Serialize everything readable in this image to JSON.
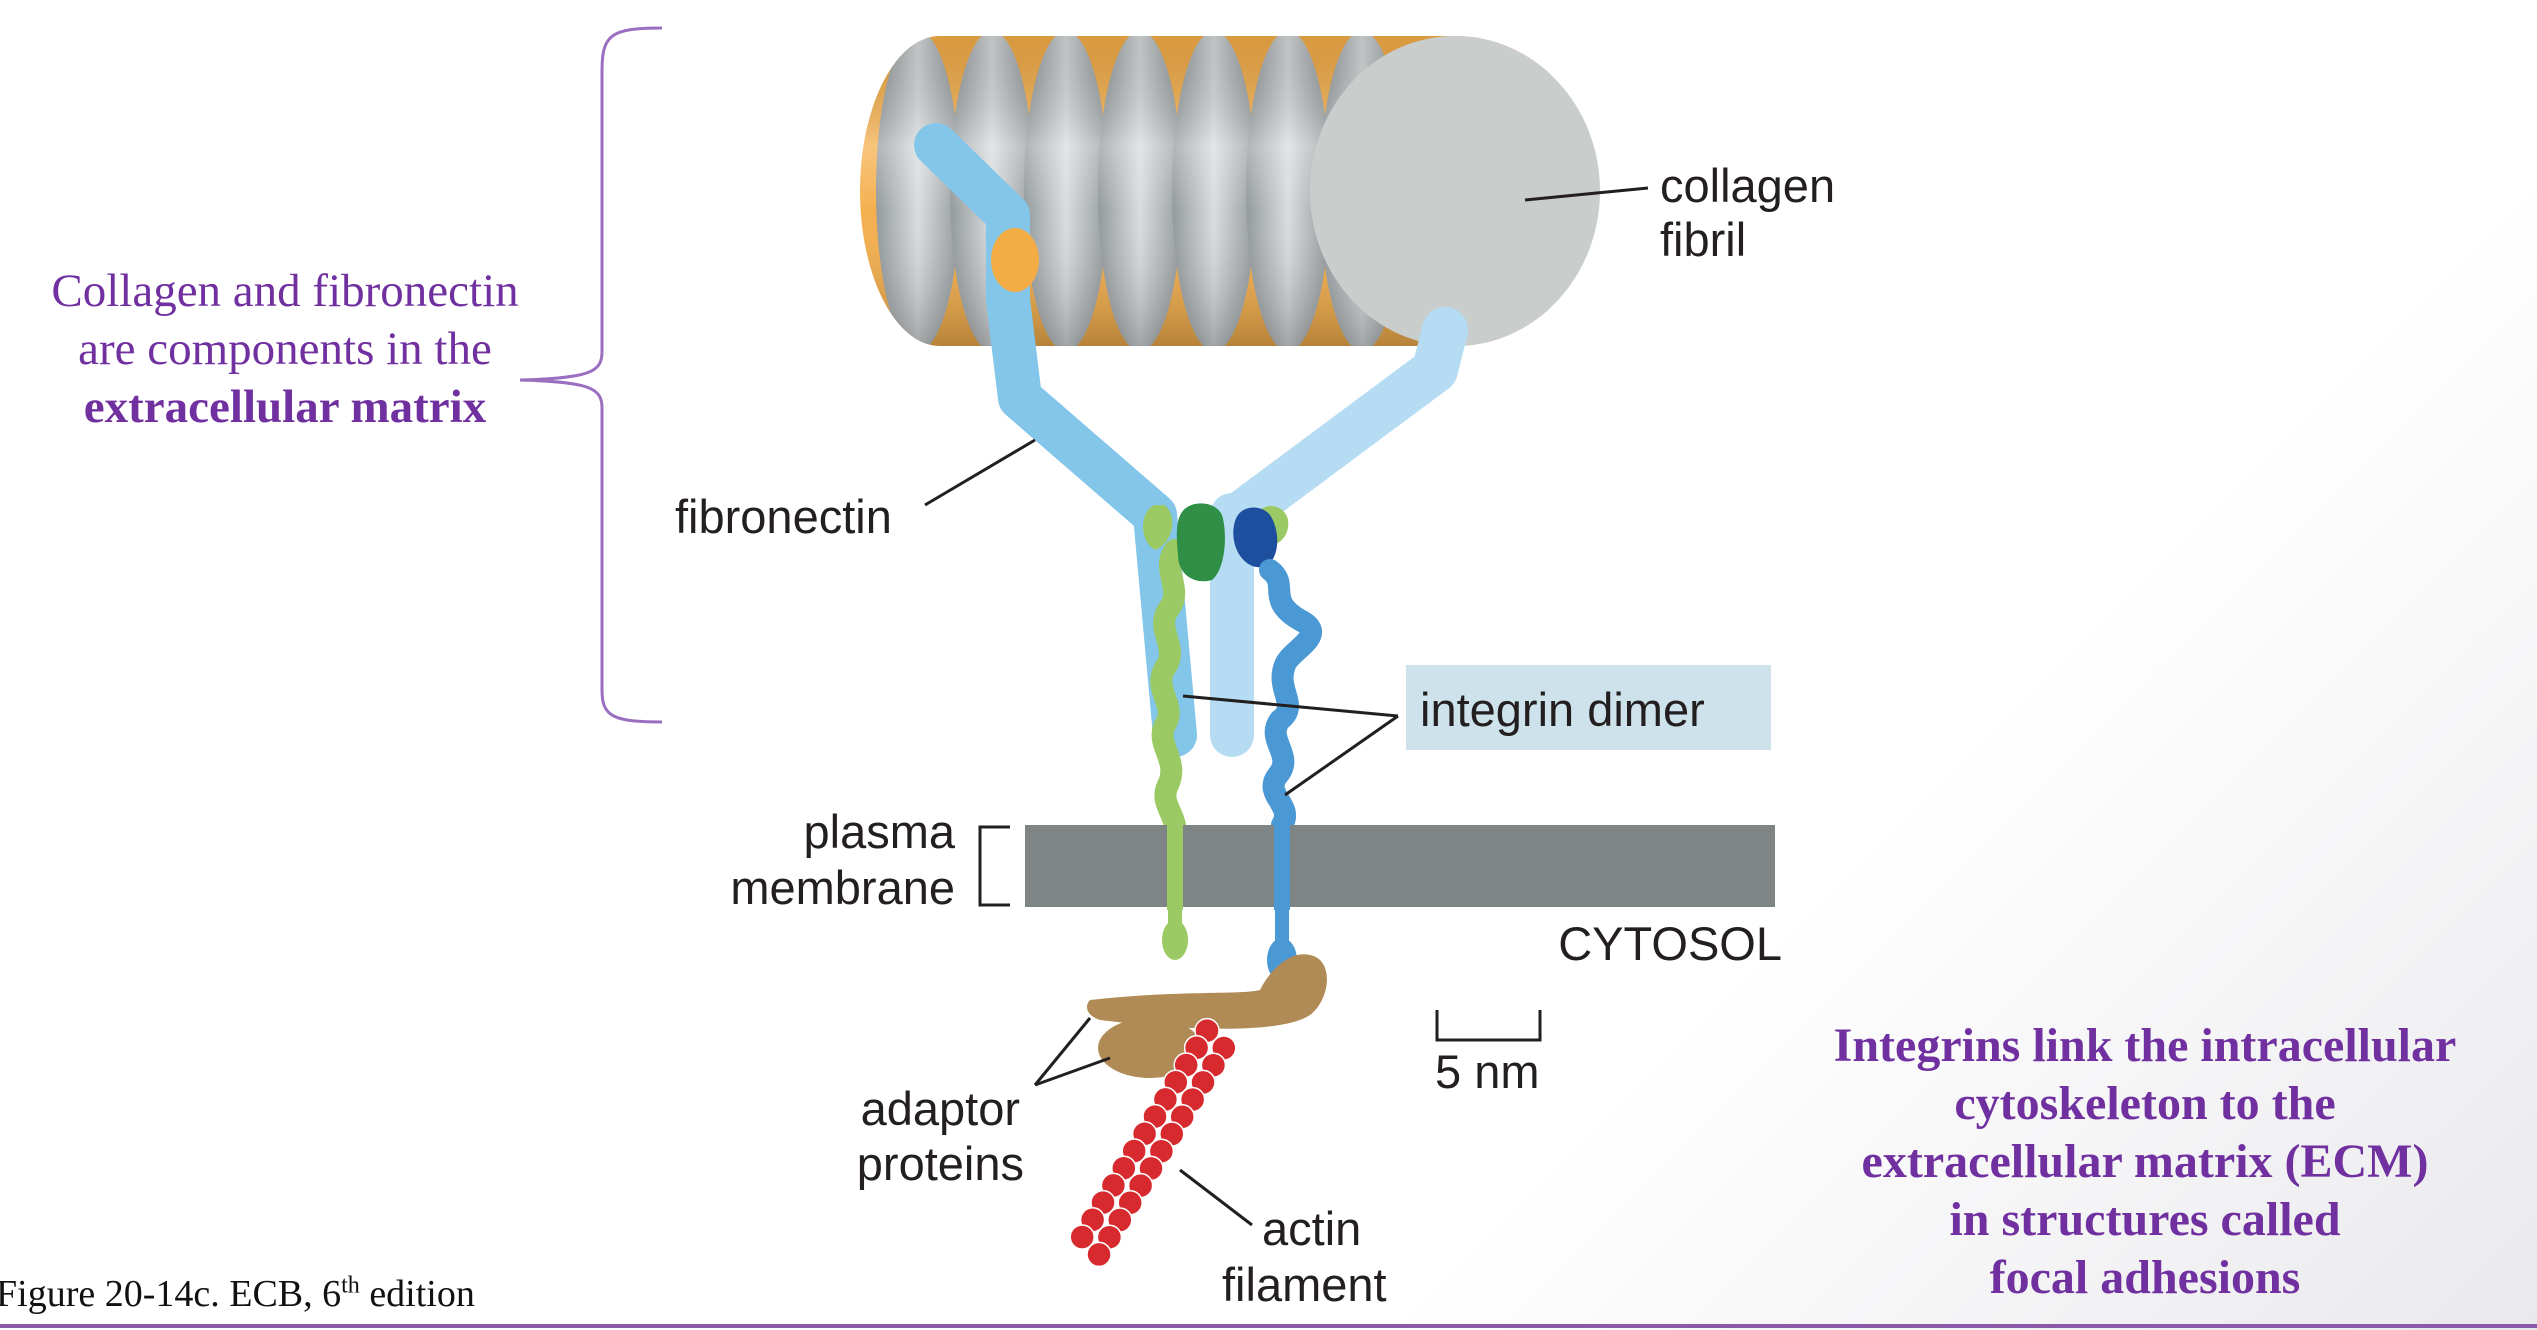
{
  "notes": {
    "left": {
      "line1": "Collagen and fibronectin",
      "line2": "are components in the",
      "line3": "extracellular matrix"
    },
    "right": {
      "line1": "Integrins link the intracellular",
      "line2": "cytoskeleton to the",
      "line3": "extracellular matrix (ECM)",
      "line4": "in structures called",
      "line5": "focal adhesions"
    }
  },
  "diagram": {
    "labels": {
      "collagen_line1": "collagen",
      "collagen_line2": "fibril",
      "fibronectin": "fibronectin",
      "integrin_dimer": "integrin dimer",
      "plasma_line1": "plasma",
      "plasma_line2": "membrane",
      "cytosol": "CYTOSOL",
      "scale_bar": "5 nm",
      "adaptor_line1": "adaptor",
      "adaptor_line2": "proteins",
      "actin_line1": "actin",
      "actin_line2": "filament"
    },
    "colors": {
      "collagen_orange": "#f4ac45",
      "collagen_grey": "#9ea3a6",
      "collagen_end": "#c9cecd",
      "fibronectin": "#83c6ea",
      "fibronectin_light": "#b5dcf3",
      "integrin_green": "#9bc963",
      "integrin_dark_green": "#2f8f46",
      "integrin_blue": "#4a98d4",
      "integrin_dark_blue": "#1d4f9e",
      "membrane": "#7f8585",
      "adaptor": "#b08b56",
      "actin": "#d62a2f",
      "bracket": "#9b6fc0",
      "note_text": "#7030a0",
      "label_box": "#cde2ea"
    }
  },
  "caption": {
    "prefix": "Figure 20-14c. ECB, 6",
    "superscript": "th",
    "suffix": " edition"
  }
}
